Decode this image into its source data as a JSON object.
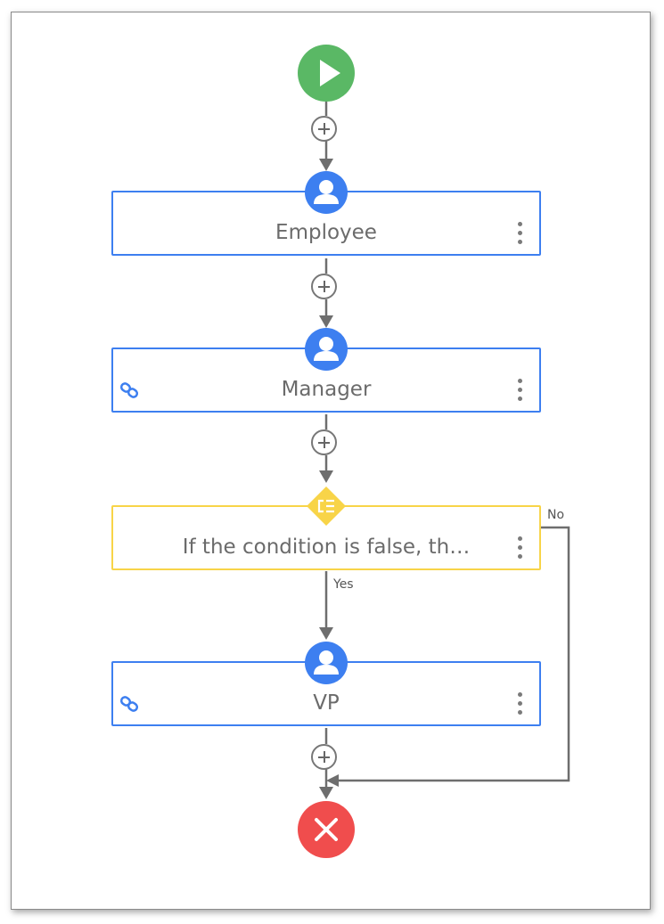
{
  "flow": {
    "start": {
      "icon": "play-icon",
      "color": "#5ab865"
    },
    "end": {
      "icon": "close-icon",
      "color": "#f04d4d"
    },
    "nodes": [
      {
        "label": "Employee",
        "type": "approver",
        "linked": false
      },
      {
        "label": "Manager",
        "type": "approver",
        "linked": true
      },
      {
        "label": "If the condition is false, th…",
        "type": "condition",
        "linked": false
      },
      {
        "label": "VP",
        "type": "approver",
        "linked": true
      }
    ],
    "branches": {
      "yes_label": "Yes",
      "no_label": "No"
    },
    "colors": {
      "approver_border": "#3d7ff0",
      "condition_border": "#f8d448",
      "connector": "#6e6e6e"
    }
  }
}
